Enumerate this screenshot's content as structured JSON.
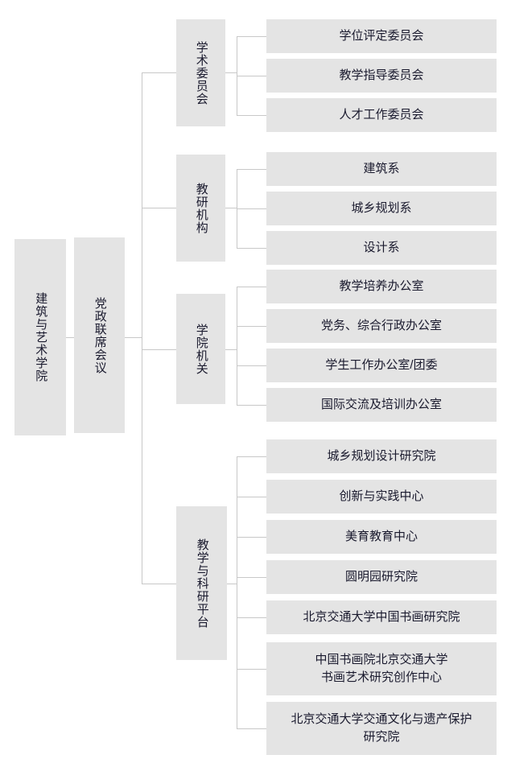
{
  "diagram": {
    "type": "organization-chart",
    "orientation": "left-to-right",
    "box_fill_color": "#e4e4e4",
    "connector_color": "#c8c8c8",
    "text_color": "#1a1a2e",
    "background_color": "#ffffff",
    "root": {
      "label": "建筑与艺术学院"
    },
    "level2": {
      "label": "党政联席会议"
    },
    "groups": [
      {
        "label": "学术委员会",
        "children": [
          {
            "lines": [
              "学位评定委员会"
            ]
          },
          {
            "lines": [
              "教学指导委员会"
            ]
          },
          {
            "lines": [
              "人才工作委员会"
            ]
          }
        ]
      },
      {
        "label": "教研机构",
        "children": [
          {
            "lines": [
              "建筑系"
            ]
          },
          {
            "lines": [
              "城乡规划系"
            ]
          },
          {
            "lines": [
              "设计系"
            ]
          }
        ]
      },
      {
        "label": "学院机关",
        "children": [
          {
            "lines": [
              "教学培养办公室"
            ]
          },
          {
            "lines": [
              "党务、综合行政办公室"
            ]
          },
          {
            "lines": [
              "学生工作办公室/团委"
            ]
          },
          {
            "lines": [
              "国际交流及培训办公室"
            ]
          }
        ]
      },
      {
        "label": "教学与科研平台",
        "children": [
          {
            "lines": [
              "城乡规划设计研究院"
            ]
          },
          {
            "lines": [
              "创新与实践中心"
            ]
          },
          {
            "lines": [
              "美育教育中心"
            ]
          },
          {
            "lines": [
              "圆明园研究院"
            ]
          },
          {
            "lines": [
              "北京交通大学中国书画研究院"
            ]
          },
          {
            "lines": [
              "中国书画院北京交通大学",
              "书画艺术研究创作中心"
            ]
          },
          {
            "lines": [
              "北京交通大学交通文化与遗产保护",
              "研究院"
            ]
          }
        ]
      }
    ]
  }
}
